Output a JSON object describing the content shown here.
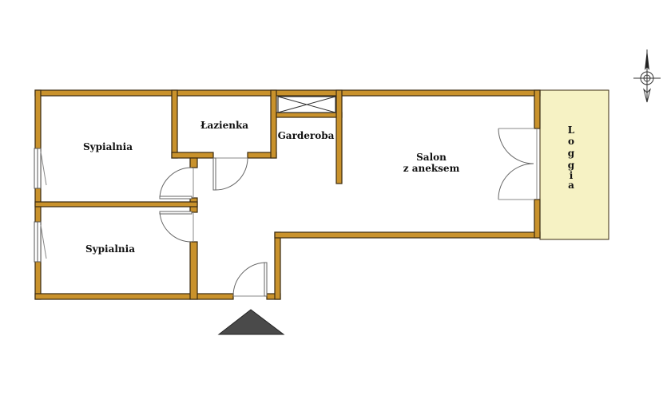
{
  "plan": {
    "rooms": {
      "bedroom_top": "Sypialnia",
      "bathroom": "Łazienka",
      "wardrobe": "Garderoba",
      "living_line1": "Salon",
      "living_line2": "z aneksem",
      "bedroom_bottom": "Sypialnia",
      "loggia_letters": [
        "L",
        "o",
        "g",
        "g",
        "i",
        "a"
      ]
    },
    "colors": {
      "wall": "#c9922c",
      "wall_outline": "#3a2a10",
      "loggia_fill": "#f6f2c4",
      "entrance_marker": "#4a4a4a"
    },
    "icons": [
      "compass-north-icon",
      "entrance-triangle-icon"
    ]
  }
}
